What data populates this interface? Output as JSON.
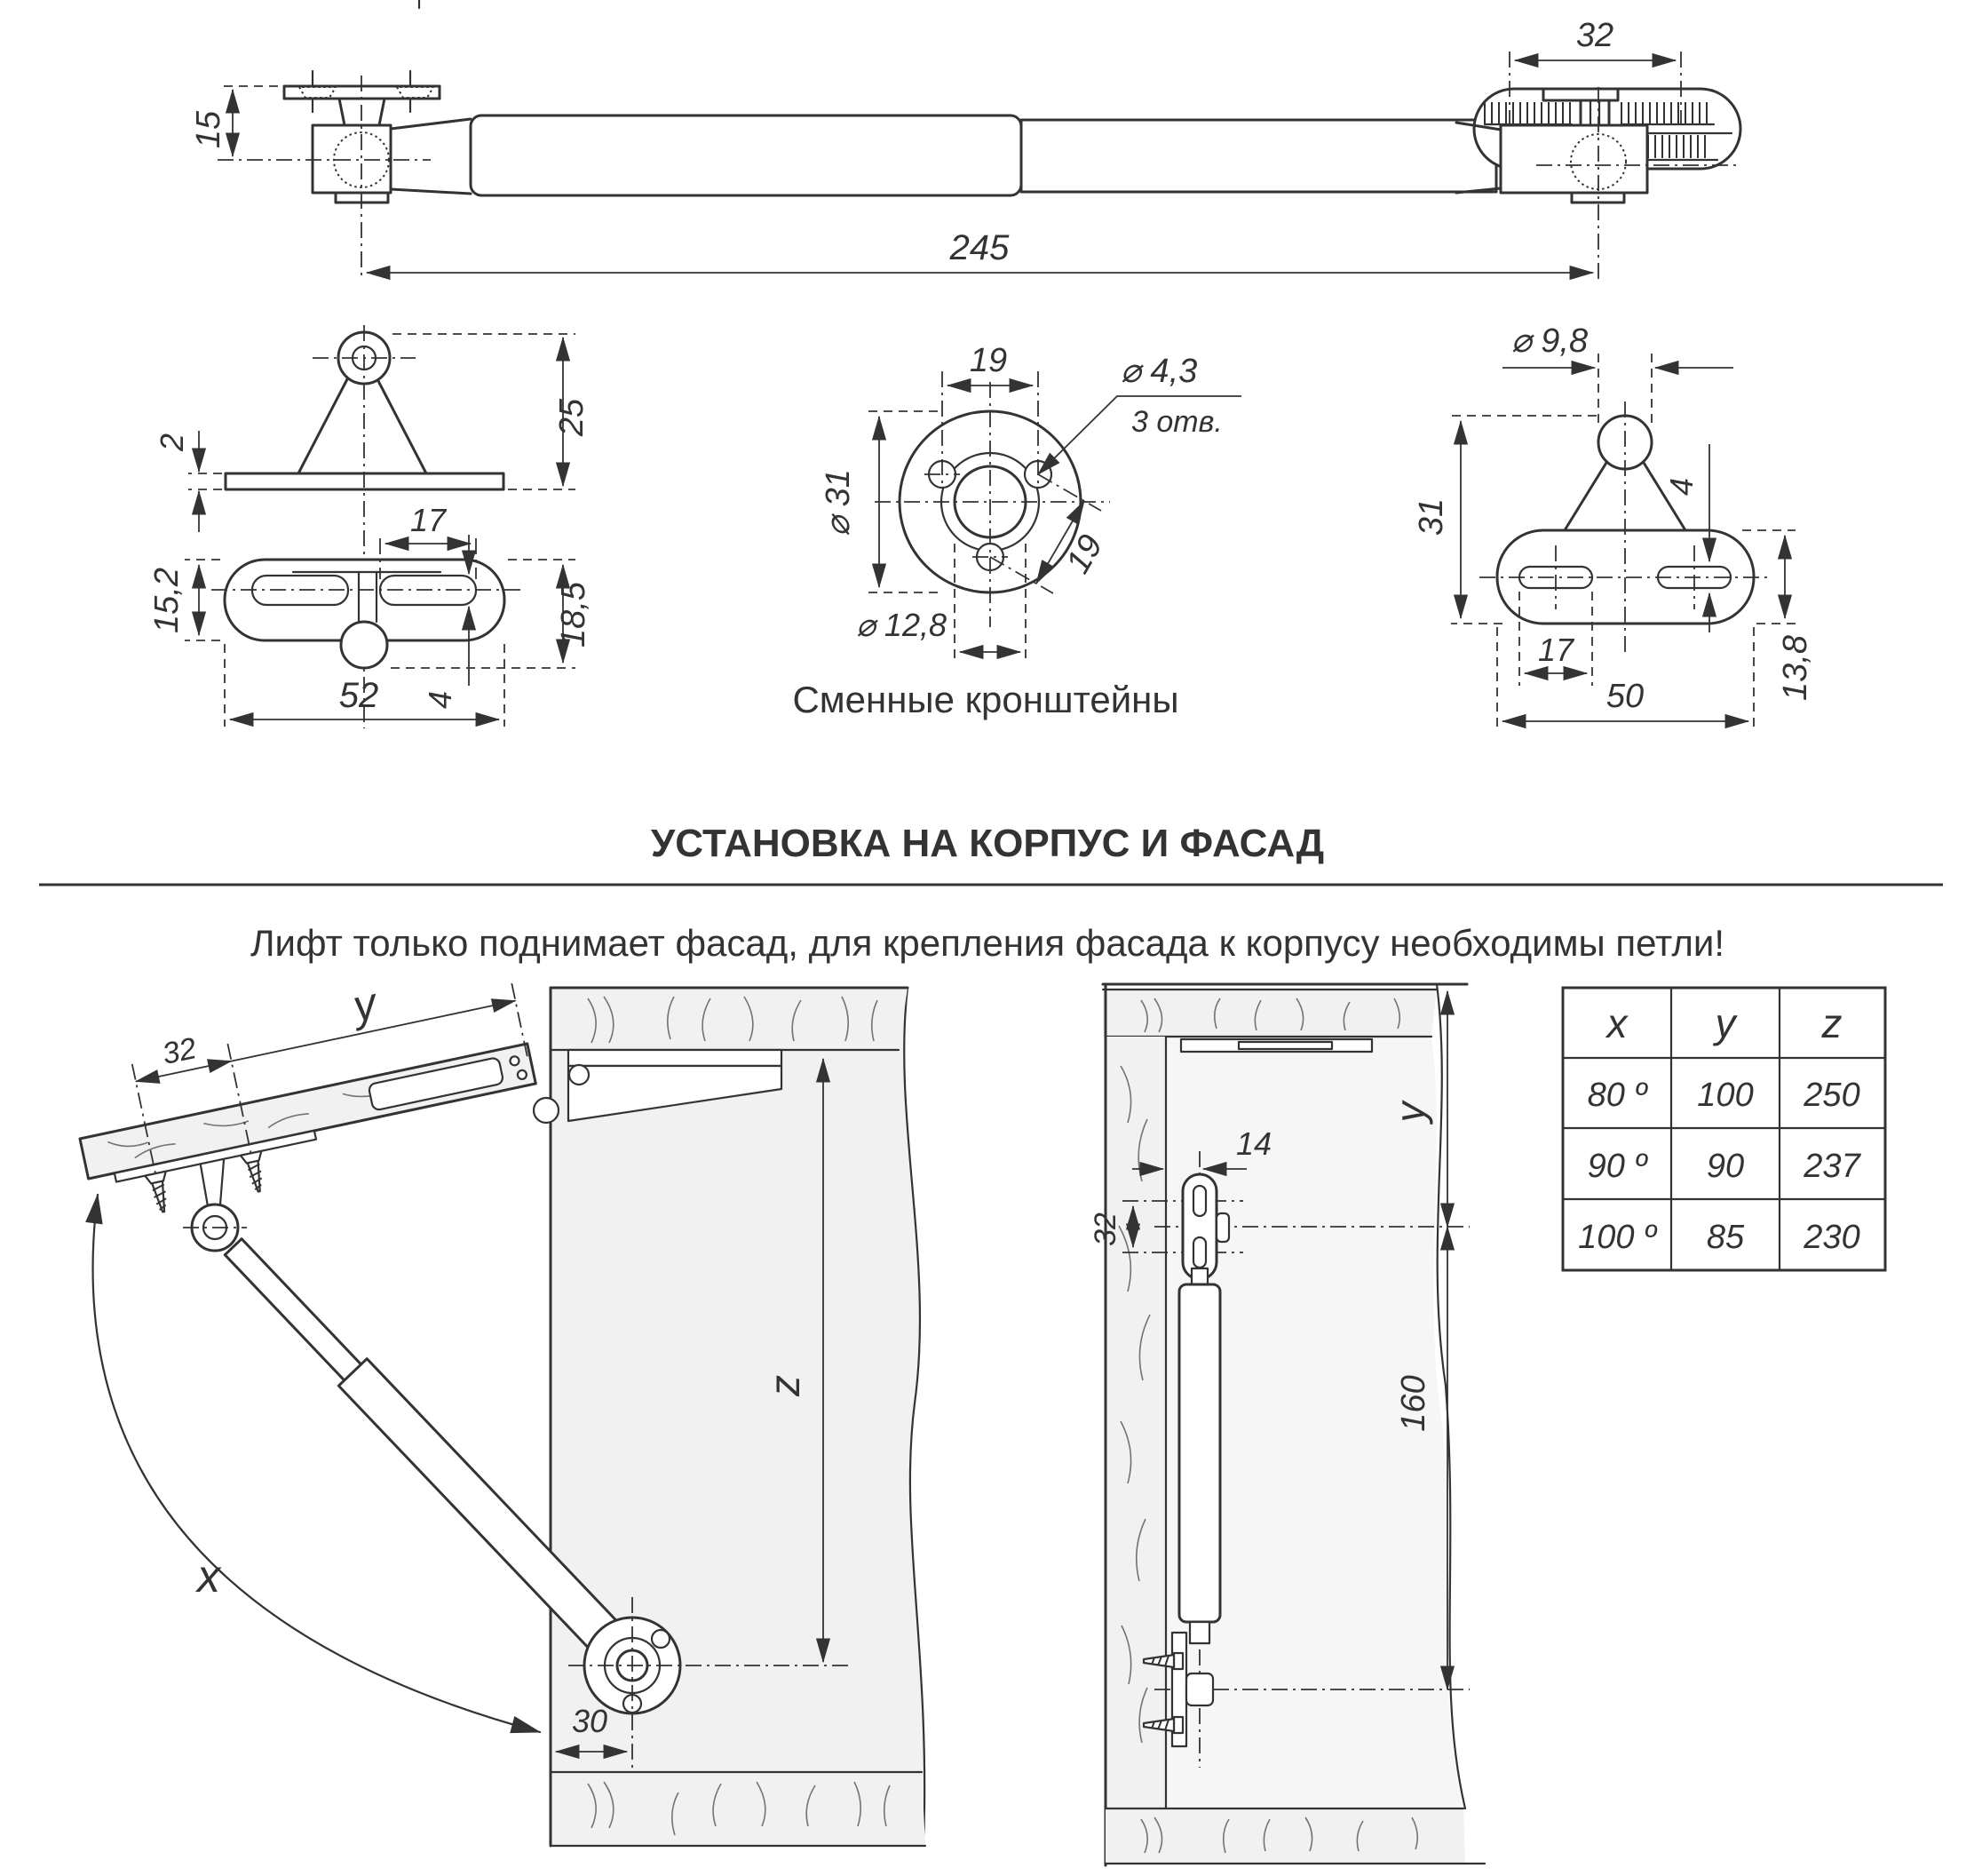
{
  "drawing": {
    "title": "УСТАНОВКА НА КОРПУС И ФАСАД",
    "note": "Лифт только поднимает фасад, для крепления фасада к корпусу необходимы петли!",
    "brackets_caption": "Сменные кронштейны"
  },
  "lift": {
    "height_15": "15",
    "width_32": "32",
    "length_245": "245"
  },
  "bracket_facade": {
    "thickness_2": "2",
    "height_25": "25",
    "slot_17": "17",
    "width_15_2": "15,2",
    "height_18_5": "18,5",
    "length_52": "52",
    "offset_4": "4"
  },
  "bracket_round": {
    "pitch_19": "19",
    "hole_d": "⌀ 4,3",
    "holes_count": "3 отв.",
    "outer_d": "⌀ 31",
    "inner_d": "⌀ 12,8",
    "pitch_19_diag": "19"
  },
  "bracket_side": {
    "boss_d": "⌀ 9,8",
    "height_31": "31",
    "offset_4": "4",
    "slot_17": "17",
    "length_50": "50",
    "height_13_8": "13,8"
  },
  "open_view": {
    "pitch_32": "32",
    "dim_y": "y",
    "angle_x": "x",
    "dim_z": "z",
    "offset_30": "30"
  },
  "closed_view": {
    "offset_14": "14",
    "pitch_32": "32",
    "dim_y": "y",
    "length_160": "160"
  },
  "table": {
    "headers": [
      "x",
      "y",
      "z"
    ],
    "rows": [
      [
        "80 º",
        "100",
        "250"
      ],
      [
        "90 º",
        "90",
        "237"
      ],
      [
        "100 º",
        "85",
        "230"
      ]
    ]
  }
}
